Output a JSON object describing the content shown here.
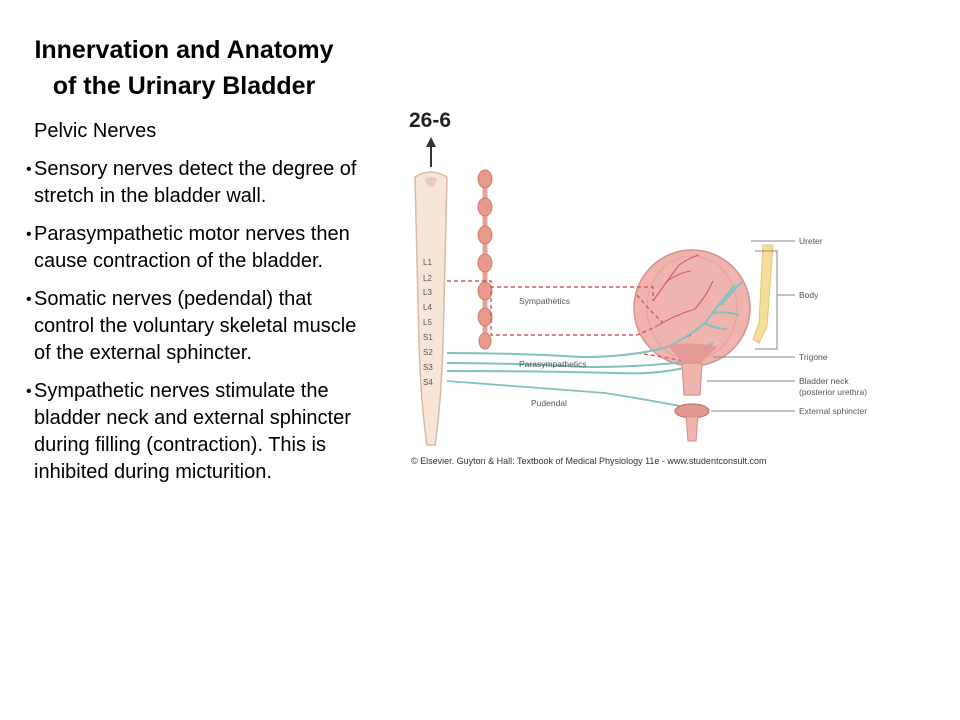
{
  "slide": {
    "title_lines": [
      "Innervation and Anatomy",
      "of the Urinary Bladder"
    ],
    "subheading": "Pelvic Nerves",
    "bullets": [
      "Sensory nerves detect the degree of stretch in the bladder wall.",
      "Parasympathetic motor nerves then cause contraction of the bladder.",
      "Somatic nerves (pedendal) that control the voluntary skeletal muscle of the external sphincter.",
      "Sympathetic nerves stimulate the bladder neck and external sphincter during filling (contraction).  This is inhibited during micturition."
    ]
  },
  "figure": {
    "figure_number": "26-6",
    "spinal_levels": [
      "L1",
      "L2",
      "L3",
      "L4",
      "L5",
      "S1",
      "S2",
      "S3",
      "S4"
    ],
    "nerve_labels": {
      "sympathetics": "Sympathetics",
      "parasympathetics": "Parasympathetics",
      "pudendal": "Pudendal"
    },
    "anatomy_labels": {
      "ureter": "Ureter",
      "body": "Body",
      "trigone": "Trigone",
      "bladder_neck": "Bladder neck",
      "posterior_urethra": "(posterior urethra)",
      "external_sphincter": "External sphincter"
    },
    "credit": "© Elsevier. Guyton & Hall: Textbook of Medical Physiology 11e - www.studentconsult.com",
    "colors": {
      "spinal_cord": "#f7e6d8",
      "ganglia": "#e89a8a",
      "bladder": "#f0b4ae",
      "sympathetic_line": "#d2575a",
      "parasympathetic_line": "#7fc2c0",
      "ureter": "#f3de9a"
    }
  }
}
